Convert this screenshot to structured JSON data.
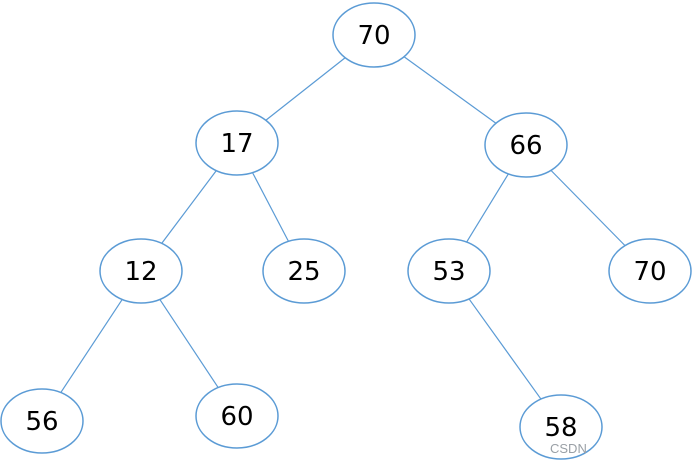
{
  "tree": {
    "nodes": [
      {
        "id": "n0",
        "value": "70"
      },
      {
        "id": "n1",
        "value": "17"
      },
      {
        "id": "n2",
        "value": "66"
      },
      {
        "id": "n3",
        "value": "12"
      },
      {
        "id": "n4",
        "value": "25"
      },
      {
        "id": "n5",
        "value": "53"
      },
      {
        "id": "n6",
        "value": "70"
      },
      {
        "id": "n7",
        "value": "56"
      },
      {
        "id": "n8",
        "value": "60"
      },
      {
        "id": "n9",
        "value": "58"
      }
    ],
    "edges": [
      [
        "n0",
        "n1"
      ],
      [
        "n0",
        "n2"
      ],
      [
        "n1",
        "n3"
      ],
      [
        "n1",
        "n4"
      ],
      [
        "n2",
        "n5"
      ],
      [
        "n2",
        "n6"
      ],
      [
        "n3",
        "n7"
      ],
      [
        "n3",
        "n8"
      ],
      [
        "n5",
        "n9"
      ]
    ]
  },
  "colors": {
    "node_stroke": "#5b9bd5",
    "edge": "#5b9bd5",
    "text": "#000000",
    "watermark": "#9aa0a6"
  },
  "watermark": "CSDN"
}
